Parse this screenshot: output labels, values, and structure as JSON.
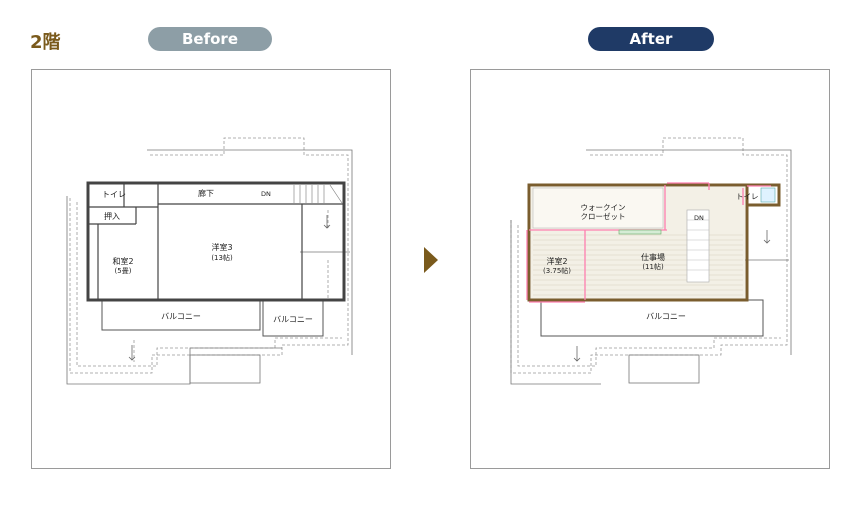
{
  "floor": "2階",
  "before_label": "Before",
  "after_label": "After",
  "colors": {
    "accent": "#7a5a1c",
    "before_pill": "#8d9ea6",
    "after_pill": "#1f3a66",
    "new_walls": "#ff7fb0",
    "wood_walls": "#7a5d2e"
  },
  "before": {
    "toilet": "トイレ",
    "closet": "押入",
    "hallway": "廊下",
    "stairs_dn": "DN",
    "room3_name": "洋室3",
    "room3_size": "(13帖)",
    "washitsu_name": "和室2",
    "washitsu_size": "(5畳)",
    "balcony_main": "バルコニー",
    "balcony_side": "バルコニー"
  },
  "after": {
    "wic_line1": "ウォークイン",
    "wic_line2": "クローゼット",
    "toilet": "トイレ",
    "stairs_dn": "DN",
    "room2_name": "洋室2",
    "room2_size": "(3.75帖)",
    "work_name": "仕事場",
    "work_size": "(11帖)",
    "balcony": "バルコニー"
  }
}
